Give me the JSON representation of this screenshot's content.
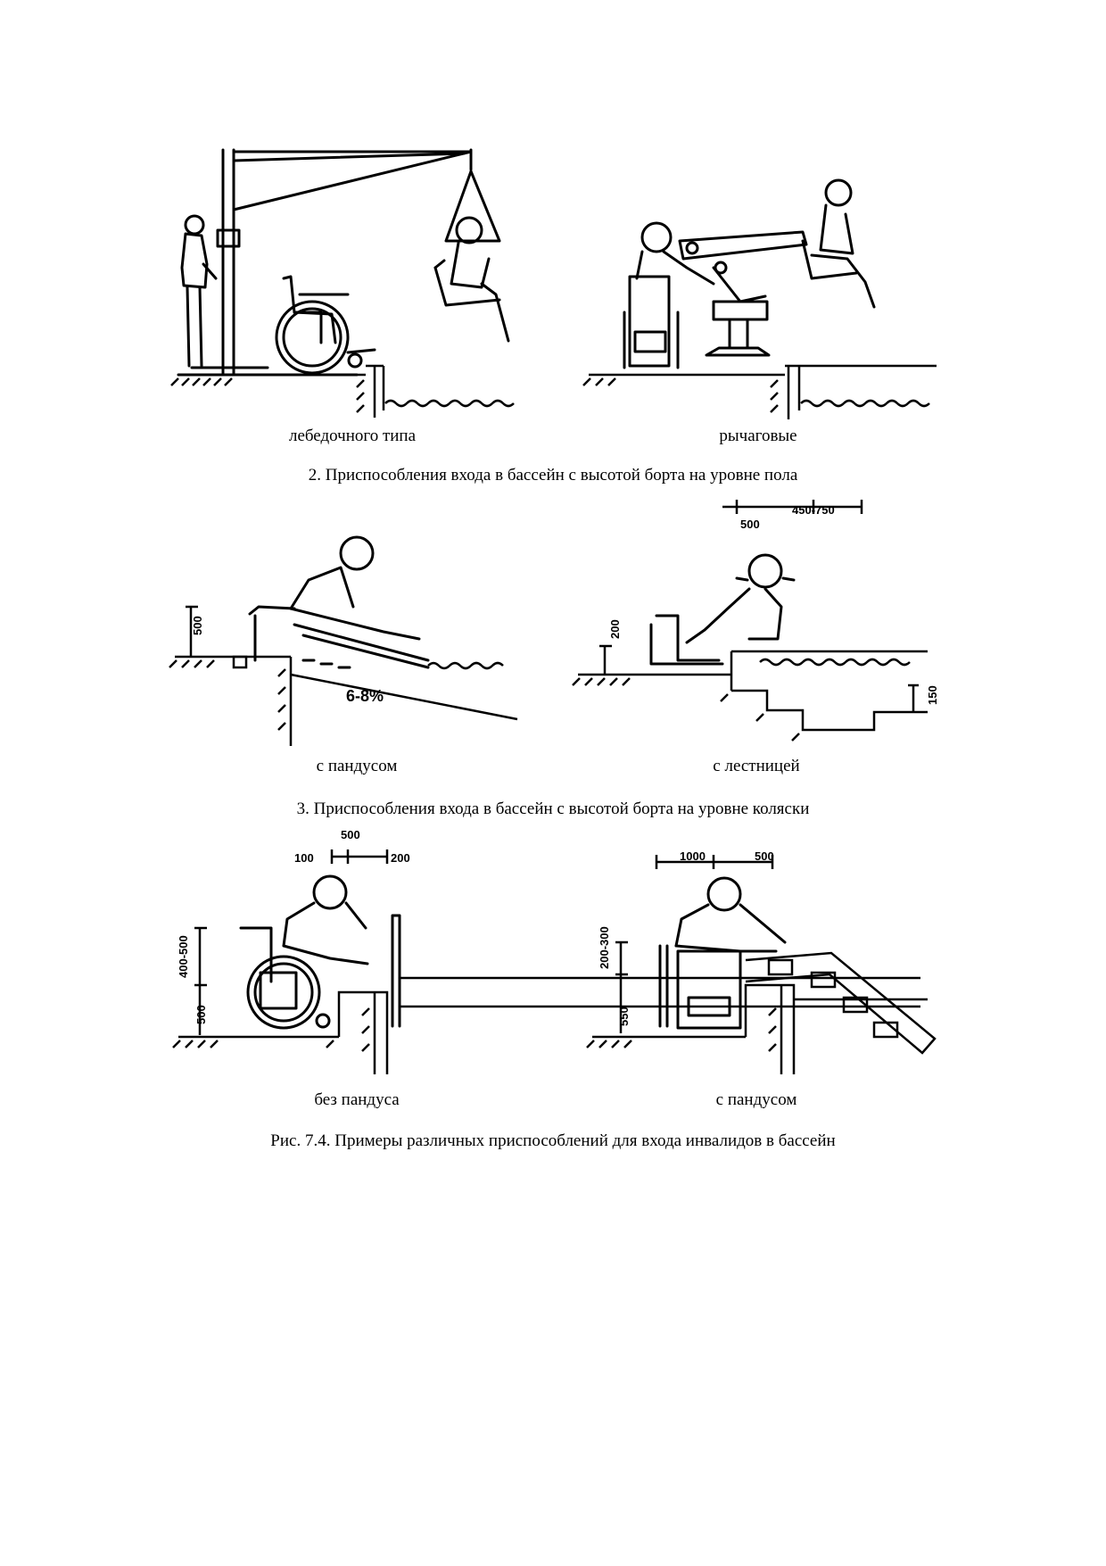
{
  "captions": {
    "winch_label": "лебедочного типа",
    "lever_label": "рычаговые",
    "section2_title": "2. Приспособления входа в бассейн с высотой борта на уровне пола",
    "ramp_label": "с пандусом",
    "stairs_label": "с лестницей",
    "section3_title": "3. Приспособления входа в бассейн с высотой борта на уровне коляски",
    "no_ramp_label": "без пандуса",
    "ramp2_label": "с пандусом",
    "figure_caption": "Рис. 7.4. Примеры различных приспособлений для входа инвалидов в бассейн"
  },
  "dimensions": {
    "ramp_height": "500",
    "ramp_slope": "6-8%",
    "stairs_top_a": "500",
    "stairs_top_b": "450-750",
    "stairs_height": "200",
    "stairs_step": "150",
    "noramp_top": "500",
    "noramp_left": "100",
    "noramp_right": "200",
    "noramp_range": "400-500",
    "noramp_height": "500",
    "ramp2_top_a": "1000",
    "ramp2_top_b": "500",
    "ramp2_range": "200-300",
    "ramp2_height": "550"
  }
}
